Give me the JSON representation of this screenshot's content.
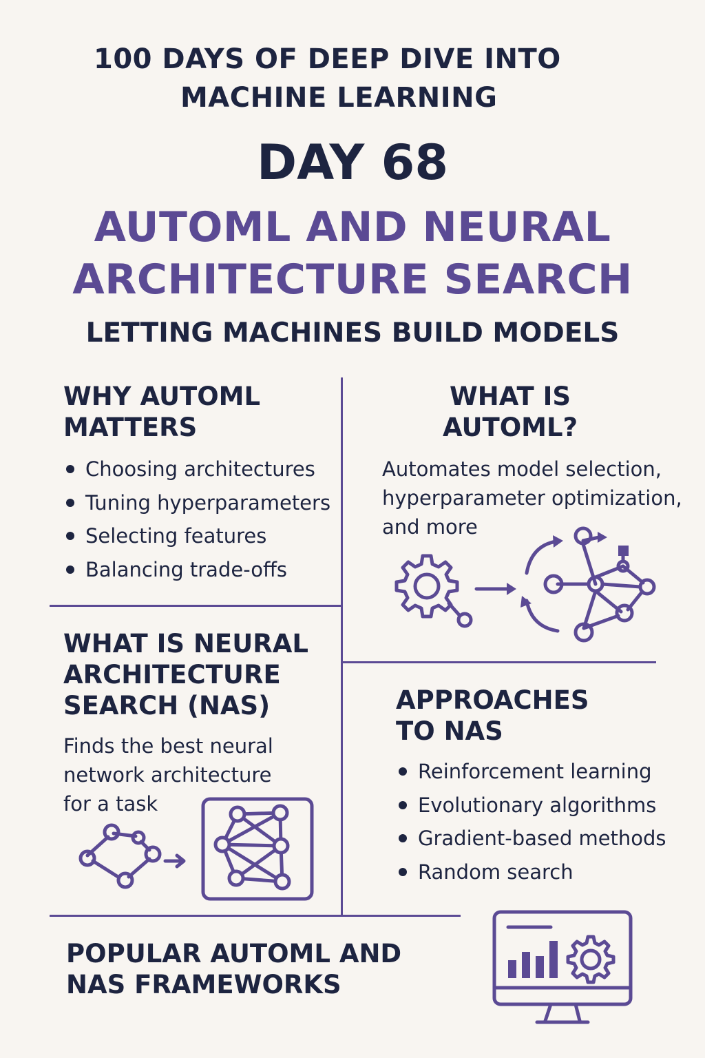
{
  "header": {
    "series_line1": "100 DAYS OF DEEP DIVE INTO",
    "series_line2": "MACHINE LEARNING",
    "day": "DAY 68",
    "topic_line1": "AUTOML AND NEURAL",
    "topic_line2": "ARCHITECTURE SEARCH",
    "tagline": "LETTING MACHINES BUILD MODELS"
  },
  "why_automl": {
    "title_line1": "WHY AUTOML",
    "title_line2": "MATTERS",
    "items": [
      "Choosing architectures",
      "Tuning hyperparameters",
      "Selecting features",
      "Balancing trade-offs"
    ]
  },
  "what_is_automl": {
    "title_line1": "WHAT IS",
    "title_line2": "AUTOML?",
    "desc_line1": "Automates model selection,",
    "desc_line2": "hyperparameter optimization,",
    "desc_line3": "and more"
  },
  "what_is_nas": {
    "title_line1": "WHAT IS NEURAL",
    "title_line2": "ARCHITECTURE",
    "title_line3": "SEARCH (NAS)",
    "desc_line1": "Finds the best neural",
    "desc_line2": "network architecture",
    "desc_line3": "for a task"
  },
  "approaches": {
    "title_line1": "APPROACHES",
    "title_line2": "TO NAS",
    "items": [
      "Reinforcement learning",
      "Evolutionary algorithms",
      "Gradient-based methods",
      "Random search"
    ]
  },
  "frameworks": {
    "title_line1": "POPULAR AUTOML AND",
    "title_line2": "NAS FRAMEWORKS"
  },
  "icons": {
    "accent_color": "#5b4a94",
    "text_color": "#1d2440",
    "automl_diagram": [
      "gear-icon",
      "arrow-right-icon",
      "cycle-arrows-icon",
      "network-graph-icon"
    ],
    "nas_diagram": [
      "small-graph-icon",
      "arrow-right-icon",
      "dense-network-box-icon"
    ],
    "framework_icon": "monitor-chart-gear-icon"
  }
}
